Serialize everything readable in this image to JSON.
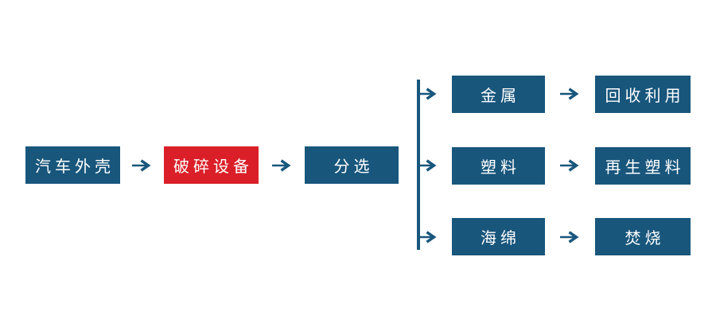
{
  "diagram": {
    "type": "flowchart",
    "colors": {
      "node_blue": "#18567C",
      "node_red": "#DA1F28",
      "connector": "#18567C",
      "node_text": "#FFFFFF",
      "background": "#FFFFFF"
    },
    "main_flow": [
      {
        "label": "汽车外壳",
        "style": "blue"
      },
      {
        "label": "破碎设备",
        "style": "red"
      },
      {
        "label": "分选",
        "style": "blue"
      }
    ],
    "branches": [
      {
        "material": "金属",
        "outcome": "回收利用"
      },
      {
        "material": "塑料",
        "outcome": "再生塑料"
      },
      {
        "material": "海绵",
        "outcome": "焚烧"
      }
    ]
  }
}
